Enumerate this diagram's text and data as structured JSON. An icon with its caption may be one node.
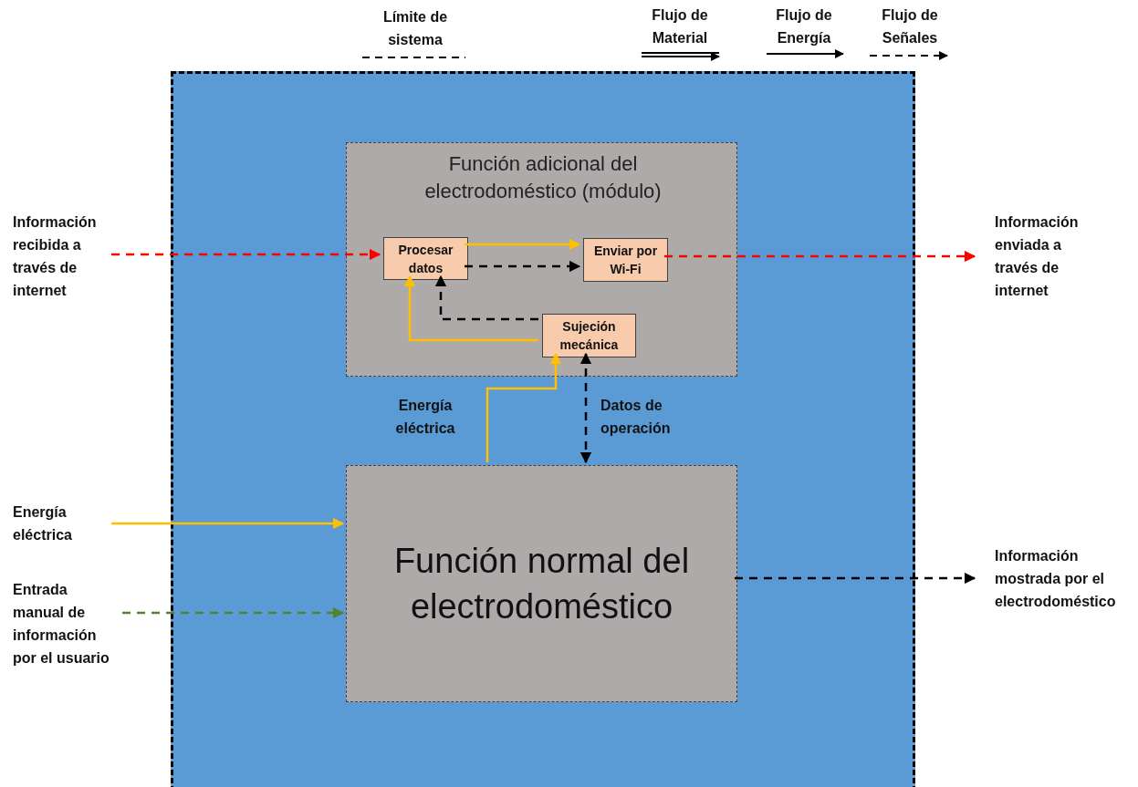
{
  "diagram": {
    "nodes": [
      {
        "text": [],
        "shape": "box"
      },
      {
        "text": [
          "Función adicional del electrodoméstico (módulo)"
        ],
        "in": 0
      },
      {
        "text": [
          "Procesar datos"
        ],
        "in": 1
      },
      {
        "text": [
          "Enviar por Wi-Fi"
        ],
        "in": 1
      },
      {
        "text": [
          "Sujeción mecánica"
        ],
        "in": 1
      },
      {
        "text": [
          "Función normal del electrodoméstico"
        ],
        "in": 0
      },
      {
        "text": [
          "Información recibida a través de internet"
        ]
      },
      {
        "text": [
          "Información enviada a través de internet"
        ]
      },
      {
        "text": [
          "Energía eléctrica"
        ]
      },
      {
        "text": [
          "Entrada manual de información por el usuario"
        ]
      },
      {
        "text": [
          "Información mostrada por el electrodoméstico"
        ]
      }
    ],
    "edges": [
      {
        "from": 6,
        "to": 2,
        "arrow": "to",
        "style": "dashed",
        "color": "#ff0000"
      },
      {
        "from": 2,
        "to": 3,
        "arrow": "to",
        "color": "#ffc000"
      },
      {
        "from": 2,
        "to": 3,
        "arrow": "to",
        "style": "dashed",
        "color": "#000000"
      },
      {
        "from": 4,
        "to": 2,
        "arrow": "to",
        "color": "#ffc000"
      },
      {
        "from": 4,
        "to": 2,
        "arrow": "to",
        "style": "dashed",
        "color": "#000000"
      },
      {
        "from": 3,
        "to": 7,
        "arrow": "to",
        "style": "dashed",
        "color": "#ff0000"
      },
      {
        "from": 5,
        "to": 4,
        "arrow": "to",
        "label": "Energía eléctrica",
        "color": "#ffc000"
      },
      {
        "from": 4,
        "to": 5,
        "arrow": "both",
        "label": "Datos de operación",
        "style": "dashed",
        "color": "#000000"
      },
      {
        "from": 8,
        "to": 5,
        "arrow": "to",
        "color": "#ffc000"
      },
      {
        "from": 9,
        "to": 5,
        "arrow": "to",
        "style": "dashed",
        "color": "#548235"
      },
      {
        "from": 5,
        "to": 10,
        "arrow": "to",
        "style": "dashed",
        "color": "#000000"
      }
    ],
    "legend": [
      {
        "text": "Límite de sistema"
      },
      {
        "text": "Flujo de Material"
      },
      {
        "text": "Flujo de Energía"
      },
      {
        "text": "Flujo de Señales"
      }
    ]
  }
}
